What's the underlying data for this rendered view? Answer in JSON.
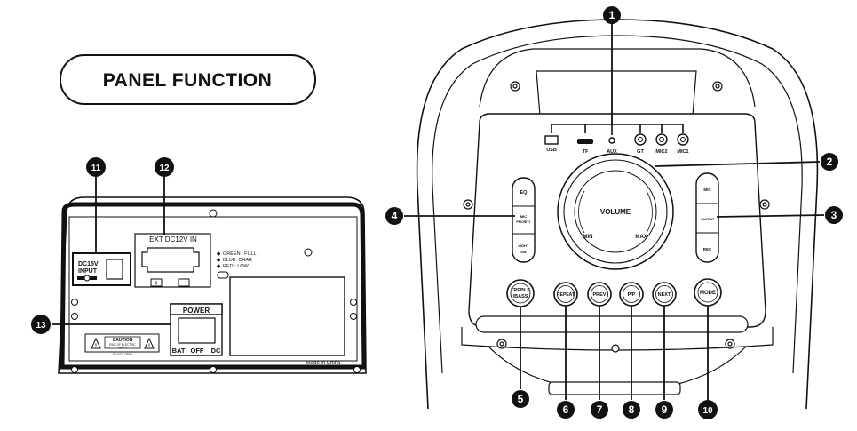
{
  "title": "PANEL FUNCTION",
  "rear_panel": {
    "dc_input": [
      "DC15V",
      "INPUT"
    ],
    "ext_dc": "EXT  DC12V IN",
    "led_legend": [
      "GREEN : FULL",
      "BLUE: CHAR",
      "RED : LOW"
    ],
    "polarity": [
      "+",
      "−"
    ],
    "power_label": "POWER",
    "power_positions": [
      "BAT",
      "OFF",
      "DC"
    ],
    "caution_title": "CAUTION",
    "caution_sub1": "RISK OF ELECTRIC",
    "caution_sub2": "SHOCK",
    "caution_sub3": "DO NOT OPEN",
    "made_in": "Made in China"
  },
  "front_panel": {
    "ports": [
      "USB",
      "TF",
      "AUX",
      "GT",
      "MIC2",
      "MIC1"
    ],
    "volume_label": "VOLUME",
    "volume_min": "MIN",
    "volume_max": "MAX",
    "left_column": [
      "EQ",
      "MIC\nPRIORITY",
      "LIGHT\nSW"
    ],
    "right_column": [
      "MIC",
      "GUITAR",
      "REC"
    ],
    "buttons": [
      "TREBLE\n/BASS",
      "REPEAT",
      "PREV",
      "P/P",
      "NEXT",
      "MODE"
    ]
  },
  "callouts": [
    "1",
    "2",
    "3",
    "4",
    "5",
    "6",
    "7",
    "8",
    "9",
    "10",
    "11",
    "12",
    "13"
  ]
}
